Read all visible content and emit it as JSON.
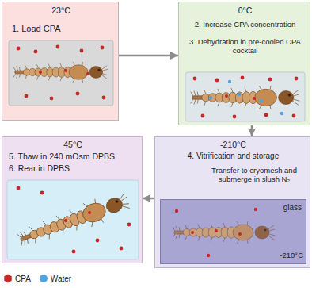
{
  "diagram": {
    "nodes": [
      {
        "text": [
          "23°C",
          "1. Load CPA"
        ]
      },
      {
        "text": [
          "0°C",
          "2. Increase CPA concentration",
          "3. Dehydration in pre-cooled CPA cocktail"
        ]
      },
      {
        "text": [
          "-210°C",
          "4. Vitrification and storage",
          "Transfer to cryomesh and submerge in slush N₂"
        ]
      },
      {
        "text": [
          "glass",
          "-210°C"
        ],
        "in": 2
      },
      {
        "text": [
          "45°C",
          "5. Thaw in 240 mOsm DPBS",
          "6. Rear in DPBS"
        ]
      }
    ],
    "edges": [
      {
        "from": 0,
        "to": 1,
        "arrow": "to"
      },
      {
        "from": 1,
        "to": 2,
        "arrow": "to"
      },
      {
        "from": 2,
        "to": 4,
        "arrow": "to"
      }
    ],
    "legend": [
      {
        "text": "CPA"
      },
      {
        "text": "Water"
      }
    ]
  }
}
